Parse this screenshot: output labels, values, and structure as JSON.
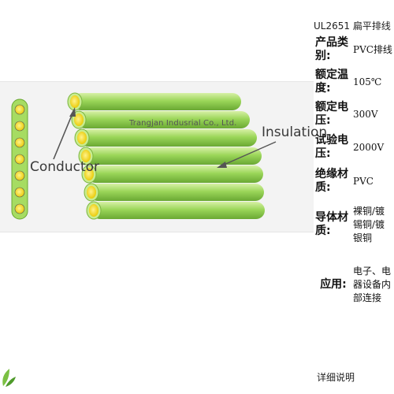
{
  "illustration": {
    "conductor_label": "Conductor",
    "insulation_label": "Insulation",
    "brand_text": "Trangjan Indusrial Co., Ltd."
  },
  "spec": {
    "title": "UL2651 扁平排线",
    "rows": [
      {
        "key": "产品类别:",
        "value": "PVC排线"
      },
      {
        "key": "额定温度:",
        "value": "105℃"
      },
      {
        "key": "额定电压:",
        "value": "300V"
      },
      {
        "key": "试验电压:",
        "value": "2000V"
      },
      {
        "key": "绝缘材质:",
        "value": "PVC"
      },
      {
        "key": "导体材质:",
        "value": "裸铜/镀锡铜/镀银铜"
      },
      {
        "key": "应用:",
        "value": "电子、电器设备内部连接"
      }
    ],
    "details_link": "详细说明"
  },
  "colors": {
    "insulation_green": "#9bd659",
    "conductor_yellow": "#f2d400",
    "illustration_bg": "#f3f3f3"
  }
}
